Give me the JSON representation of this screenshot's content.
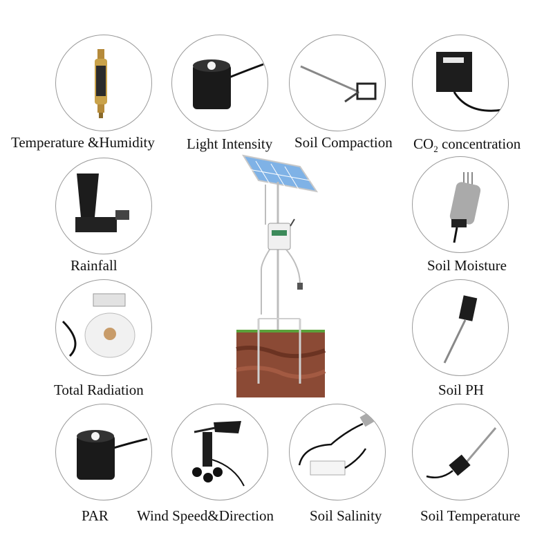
{
  "sensors": {
    "temp_humidity": {
      "label": "Temperature &Humidity"
    },
    "light": {
      "label": "Light Intensity"
    },
    "compaction": {
      "label": "Soil Compaction"
    },
    "co2": {
      "label_prefix": "CO",
      "label_sub": "2",
      "label_suffix": " concentration"
    },
    "rainfall": {
      "label": "Rainfall"
    },
    "moisture": {
      "label": "Soil Moisture"
    },
    "radiation": {
      "label": "Total Radiation"
    },
    "ph": {
      "label": "Soil PH"
    },
    "par": {
      "label": "PAR"
    },
    "wind": {
      "label": "Wind Speed&Direction"
    },
    "salinity": {
      "label": "Soil Salinity"
    },
    "soil_temp": {
      "label": "Soil Temperature"
    }
  },
  "colors": {
    "circle_border": "#9a9a9a",
    "soil": "#8b4a35",
    "grass": "#5aa13a",
    "panel": "#7fb2e6"
  }
}
